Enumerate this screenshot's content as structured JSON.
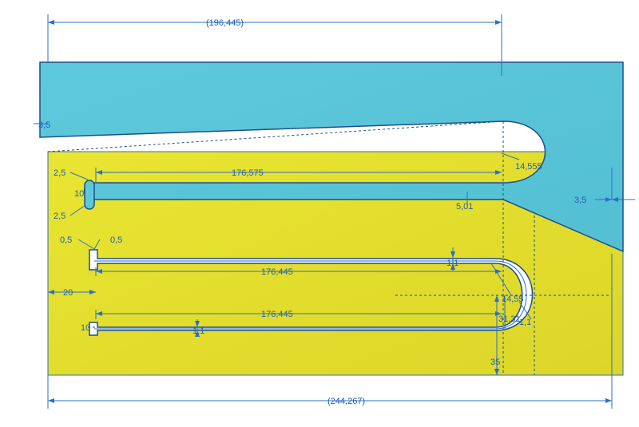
{
  "colors": {
    "background": "#ffffff",
    "cyan_region": "#5ec8d9",
    "yellow_region": "#e6e130",
    "outline": "#1d4f8a",
    "dimension": "#2a6fc9"
  },
  "dimensions": {
    "top_overall": "(196,445)",
    "bottom_overall": "(244,267)",
    "left_edge": "3,5",
    "right_edge": "3,5",
    "slot_upper_length": "176,575",
    "radius_upper": "14,555",
    "end_width_top": "2,5",
    "end_width_bottom": "2,5",
    "end_height": "10",
    "gap": "5,01",
    "wall_left": "0,5",
    "wall_right": "0,5",
    "thickness_upper": "1,1",
    "middle_length": "176,445",
    "radius_lower": "14,55",
    "offset_left": "20",
    "lower_length": "176,445",
    "bottom_end_height": "10",
    "thickness_lower": "1,1",
    "depth_small": "31,31",
    "thickness_right": "1,1",
    "overall_height": "35"
  }
}
